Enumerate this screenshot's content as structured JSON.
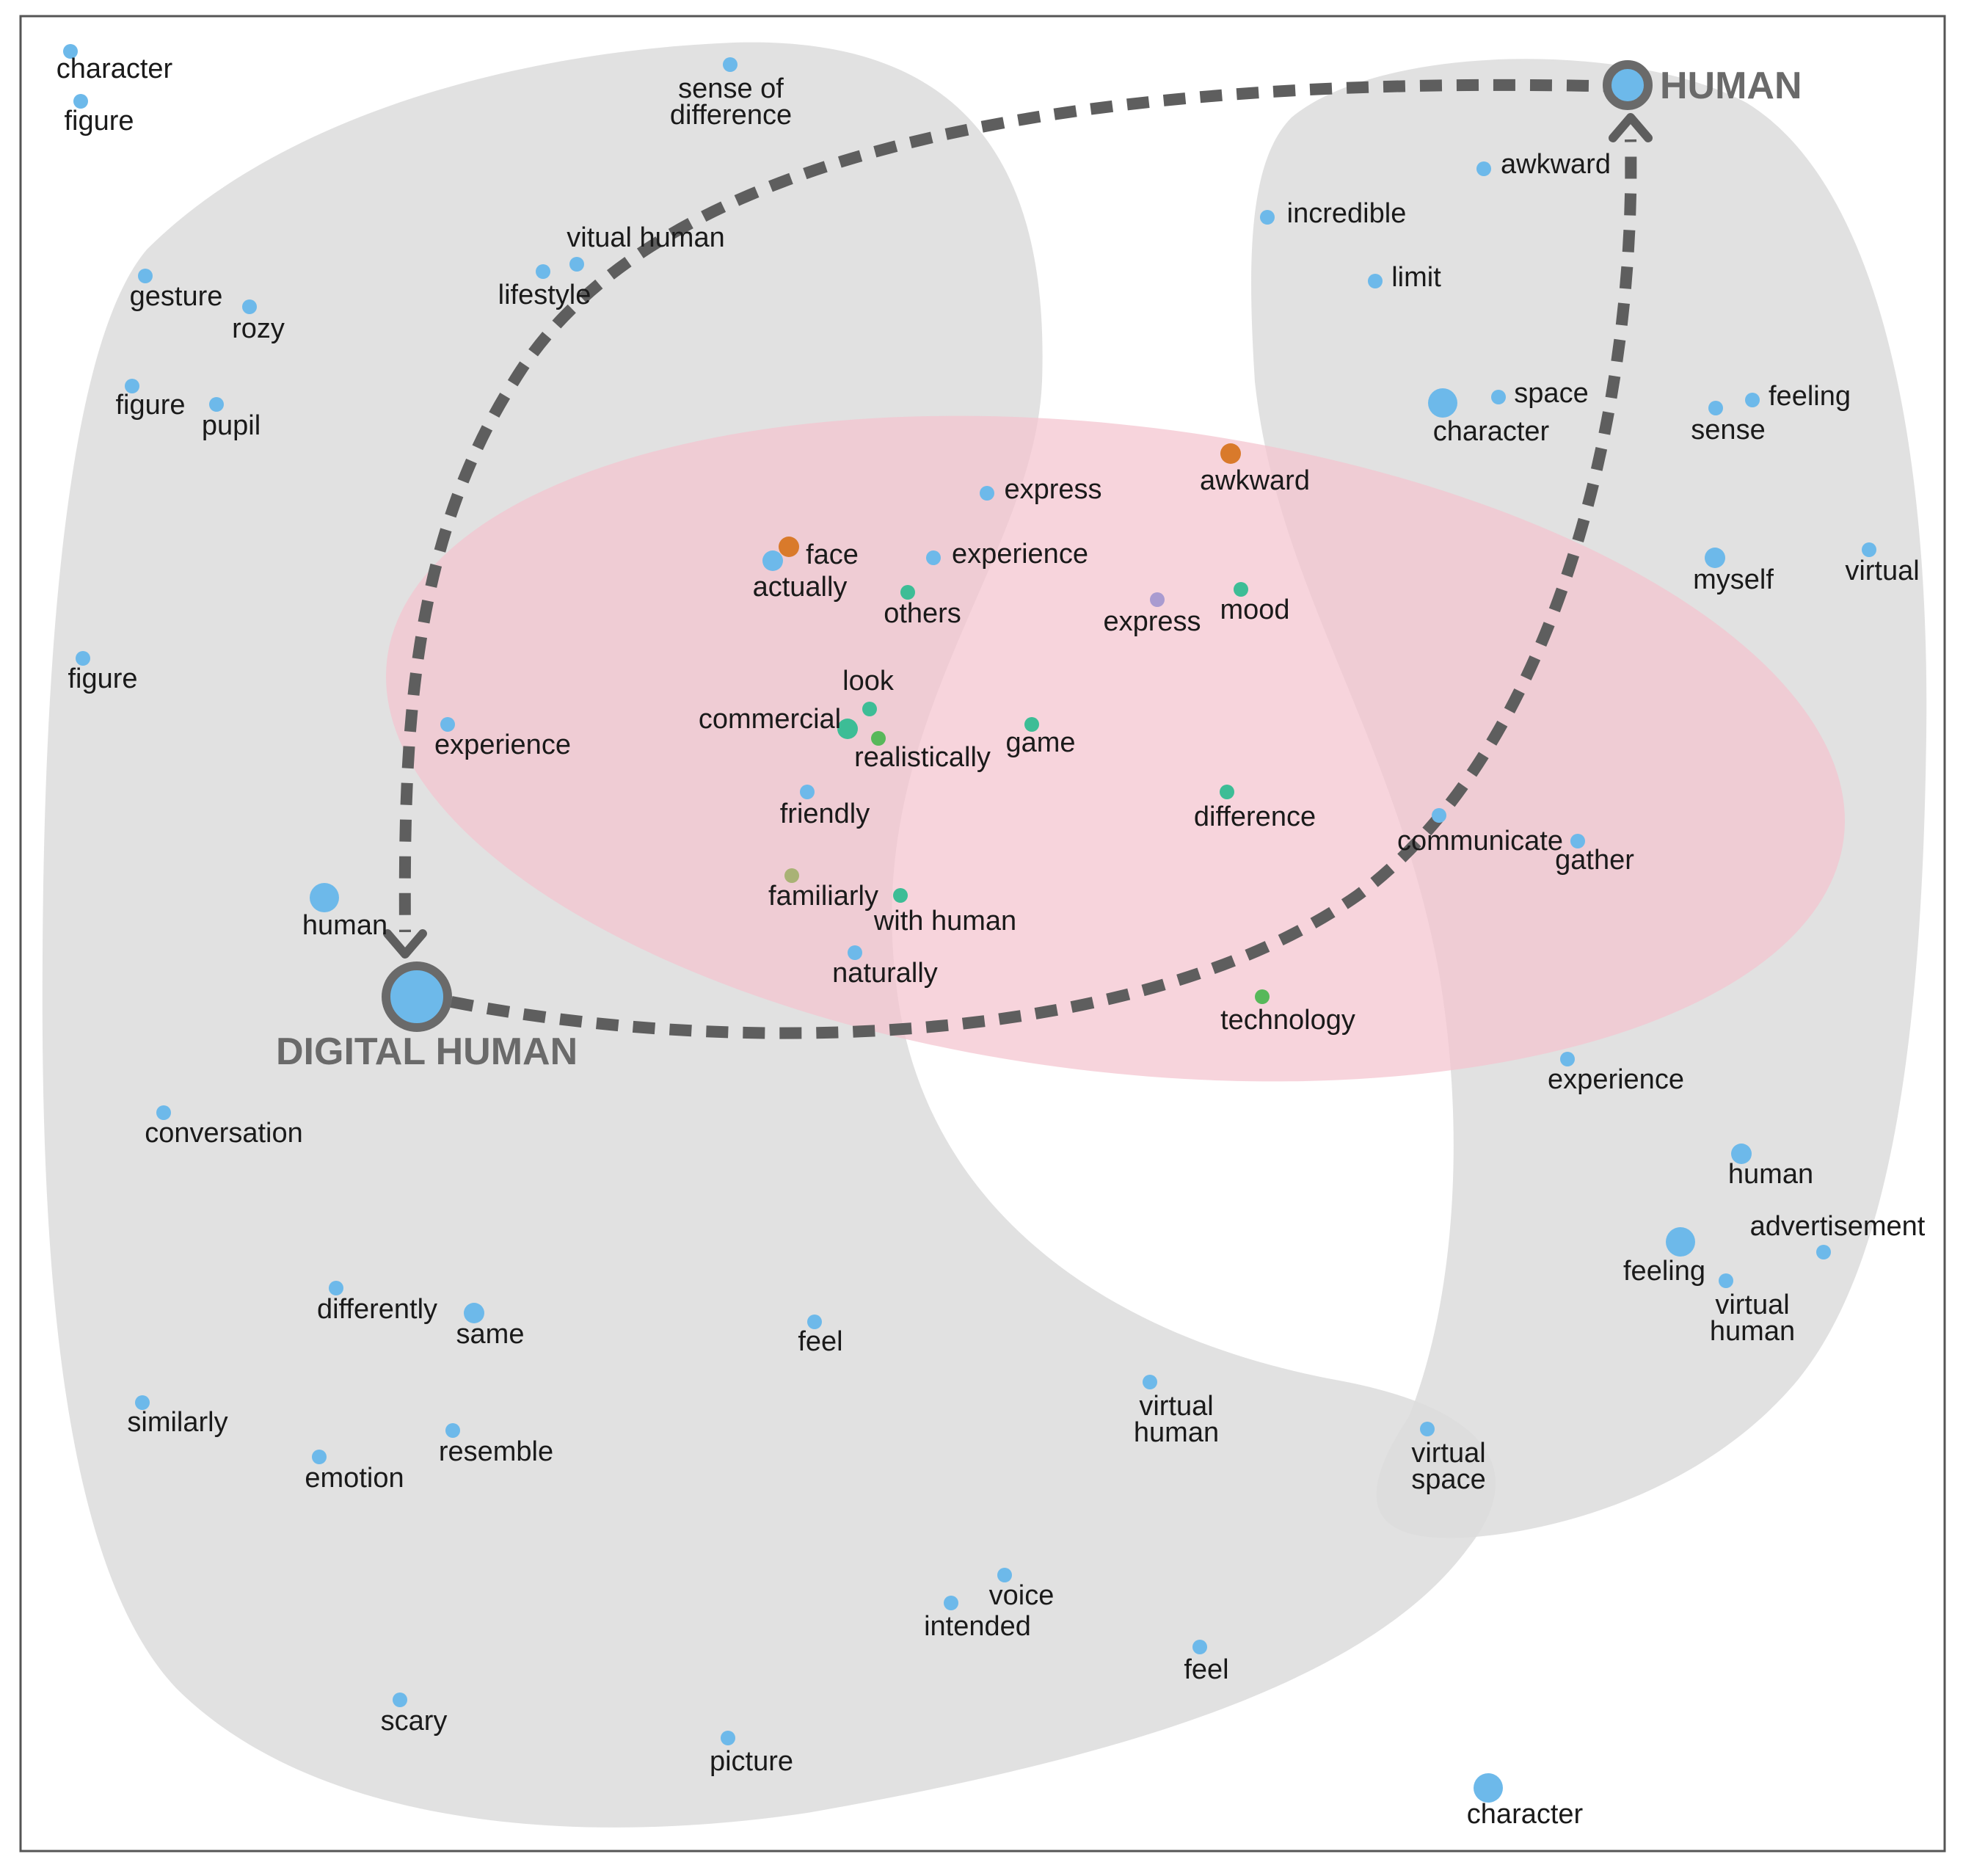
{
  "colors": {
    "region_gray": "#dcdcdc",
    "region_pink": "#f4c3cf",
    "path": "#5e5e5e",
    "hub_ring": "#6a6a6a",
    "word_blue": "#6db9ea",
    "word_teal": "#3dbd96",
    "word_green": "#57b85a",
    "word_orange": "#d97a2b",
    "word_purple": "#a99bd0",
    "word_olive": "#a9b275"
  },
  "hubs": {
    "human": "HUMAN",
    "digital_human": "DIGITAL HUMAN"
  },
  "words": [
    {
      "label": [
        "character"
      ],
      "color": "blue",
      "size": "s"
    },
    {
      "label": [
        "figure"
      ],
      "color": "blue",
      "size": "s"
    },
    {
      "label": [
        "sense of",
        "difference"
      ],
      "color": "blue",
      "size": "s"
    },
    {
      "label": [
        "vitual human"
      ],
      "color": "blue",
      "size": "s"
    },
    {
      "label": [
        "lifestyle"
      ],
      "color": "blue",
      "size": "s"
    },
    {
      "label": [
        "gesture"
      ],
      "color": "blue",
      "size": "s"
    },
    {
      "label": [
        "rozy"
      ],
      "color": "blue",
      "size": "s"
    },
    {
      "label": [
        "figure"
      ],
      "color": "blue",
      "size": "s"
    },
    {
      "label": [
        "pupil"
      ],
      "color": "blue",
      "size": "s"
    },
    {
      "label": [
        "figure"
      ],
      "color": "blue",
      "size": "s"
    },
    {
      "label": [
        "experience"
      ],
      "color": "blue",
      "size": "s"
    },
    {
      "label": [
        "human"
      ],
      "color": "blue",
      "size": "l"
    },
    {
      "label": [
        "conversation"
      ],
      "color": "blue",
      "size": "s"
    },
    {
      "label": [
        "differently"
      ],
      "color": "blue",
      "size": "s"
    },
    {
      "label": [
        "same"
      ],
      "color": "blue",
      "size": "m"
    },
    {
      "label": [
        "feel"
      ],
      "color": "blue",
      "size": "s"
    },
    {
      "label": [
        "similarly"
      ],
      "color": "blue",
      "size": "s"
    },
    {
      "label": [
        "resemble"
      ],
      "color": "blue",
      "size": "s"
    },
    {
      "label": [
        "emotion"
      ],
      "color": "blue",
      "size": "s"
    },
    {
      "label": [
        "virtual",
        "human"
      ],
      "color": "blue",
      "size": "s"
    },
    {
      "label": [
        "virtual",
        "space"
      ],
      "color": "blue",
      "size": "s"
    },
    {
      "label": [
        "voice"
      ],
      "color": "blue",
      "size": "s"
    },
    {
      "label": [
        "intended"
      ],
      "color": "blue",
      "size": "s"
    },
    {
      "label": [
        "feel"
      ],
      "color": "blue",
      "size": "s"
    },
    {
      "label": [
        "scary"
      ],
      "color": "blue",
      "size": "s"
    },
    {
      "label": [
        "picture"
      ],
      "color": "blue",
      "size": "s"
    },
    {
      "label": [
        "character"
      ],
      "color": "blue",
      "size": "l"
    },
    {
      "label": [
        "awkward"
      ],
      "color": "blue",
      "size": "s"
    },
    {
      "label": [
        "incredible"
      ],
      "color": "blue",
      "size": "s"
    },
    {
      "label": [
        "limit"
      ],
      "color": "blue",
      "size": "s"
    },
    {
      "label": [
        "space"
      ],
      "color": "blue",
      "size": "s"
    },
    {
      "label": [
        "character"
      ],
      "color": "blue",
      "size": "l"
    },
    {
      "label": [
        "feeling"
      ],
      "color": "blue",
      "size": "s"
    },
    {
      "label": [
        "sense"
      ],
      "color": "blue",
      "size": "s"
    },
    {
      "label": [
        "myself"
      ],
      "color": "blue",
      "size": "m"
    },
    {
      "label": [
        "virtual"
      ],
      "color": "blue",
      "size": "s"
    },
    {
      "label": [
        "experience"
      ],
      "color": "blue",
      "size": "s"
    },
    {
      "label": [
        "human"
      ],
      "color": "blue",
      "size": "m"
    },
    {
      "label": [
        "advertisement"
      ],
      "color": "blue",
      "size": "s"
    },
    {
      "label": [
        "feeling"
      ],
      "color": "blue",
      "size": "l"
    },
    {
      "label": [
        "virtual",
        "human"
      ],
      "color": "blue",
      "size": "s"
    },
    {
      "label": [
        "express"
      ],
      "color": "blue",
      "size": "s"
    },
    {
      "label": [
        "awkward"
      ],
      "color": "orange",
      "size": "m"
    },
    {
      "label": [
        "face"
      ],
      "color": "orange",
      "size": "m"
    },
    {
      "label": [
        "actually"
      ],
      "color": "blue",
      "size": "m"
    },
    {
      "label": [
        "experience"
      ],
      "color": "blue",
      "size": "s"
    },
    {
      "label": [
        "others"
      ],
      "color": "teal",
      "size": "s"
    },
    {
      "label": [
        "express"
      ],
      "color": "purple",
      "size": "s"
    },
    {
      "label": [
        "mood"
      ],
      "color": "teal",
      "size": "s"
    },
    {
      "label": [
        "look"
      ],
      "color": "teal",
      "size": "s"
    },
    {
      "label": [
        "commercial"
      ],
      "color": "teal",
      "size": "m"
    },
    {
      "label": [
        "realistically"
      ],
      "color": "green",
      "size": "s"
    },
    {
      "label": [
        "game"
      ],
      "color": "teal",
      "size": "s"
    },
    {
      "label": [
        "friendly"
      ],
      "color": "blue",
      "size": "s"
    },
    {
      "label": [
        "difference"
      ],
      "color": "teal",
      "size": "s"
    },
    {
      "label": [
        "communicate"
      ],
      "color": "blue",
      "size": "s"
    },
    {
      "label": [
        "gather"
      ],
      "color": "blue",
      "size": "s"
    },
    {
      "label": [
        "familiarly"
      ],
      "color": "olive",
      "size": "s"
    },
    {
      "label": [
        "with human"
      ],
      "color": "teal",
      "size": "s"
    },
    {
      "label": [
        "naturally"
      ],
      "color": "blue",
      "size": "s"
    },
    {
      "label": [
        "technology"
      ],
      "color": "green",
      "size": "s"
    }
  ]
}
